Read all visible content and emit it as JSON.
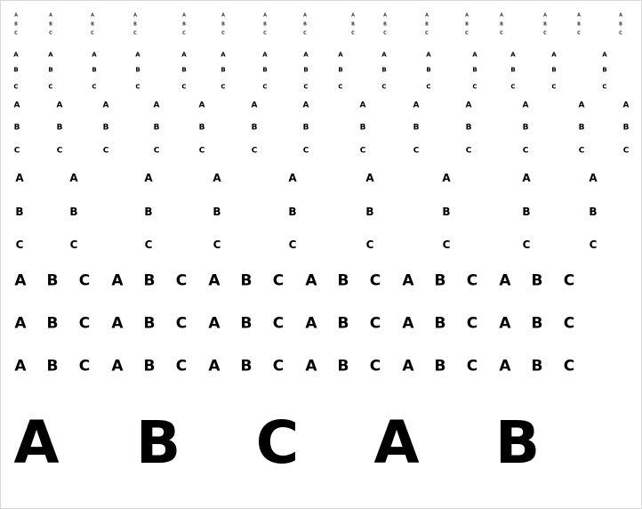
{
  "sections": [
    {
      "name": "tiny-grid",
      "rows": [
        [
          "A",
          "A",
          "A",
          "A",
          "A",
          "A",
          "A",
          "A",
          "A",
          "A",
          "A",
          "A",
          "A",
          "A",
          "A",
          "A"
        ],
        [
          "B",
          "B",
          "B",
          "B",
          "B",
          "B",
          "B",
          "B",
          "B",
          "B",
          "B",
          "B",
          "B",
          "B",
          "B",
          "B"
        ],
        [
          "C",
          "C",
          "C",
          "C",
          "C",
          "C",
          "C",
          "C",
          "C",
          "C",
          "C",
          "C",
          "C",
          "C",
          "C",
          "C"
        ]
      ]
    },
    {
      "name": "small-grid",
      "rows": [
        [
          "A",
          "A",
          "A",
          "A",
          "A",
          "A",
          "A",
          "A",
          "A",
          "A",
          "A",
          "A",
          "A",
          "A",
          "A"
        ],
        [
          "B",
          "B",
          "B",
          "B",
          "B",
          "B",
          "B",
          "B",
          "B",
          "B",
          "B",
          "B",
          "B",
          "B",
          "B"
        ],
        [
          "C",
          "C",
          "C",
          "C",
          "C",
          "C",
          "C",
          "C",
          "C",
          "C",
          "C",
          "C",
          "C",
          "C",
          "C"
        ]
      ]
    },
    {
      "name": "medium-grid",
      "rows": [
        [
          "A",
          "A",
          "A",
          "A",
          "A",
          "A",
          "A",
          "A",
          "A",
          "A",
          "A",
          "A",
          "A"
        ],
        [
          "B",
          "B",
          "B",
          "B",
          "B",
          "B",
          "B",
          "B",
          "B",
          "B",
          "B",
          "B",
          "B"
        ],
        [
          "C",
          "C",
          "C",
          "C",
          "C",
          "C",
          "C",
          "C",
          "C",
          "C",
          "C",
          "C",
          "C"
        ]
      ]
    },
    {
      "name": "large-grid",
      "rows": [
        [
          "A",
          "A",
          "A",
          "A",
          "A",
          "A",
          "A",
          "A",
          "A"
        ],
        [
          "B",
          "B",
          "B",
          "B",
          "B",
          "B",
          "B",
          "B",
          "B"
        ],
        [
          "C",
          "C",
          "C",
          "C",
          "C",
          "C",
          "C",
          "C",
          "C"
        ]
      ]
    },
    {
      "name": "sequence-rows",
      "rows": [
        [
          "A",
          "B",
          "C",
          "A",
          "B",
          "C",
          "A",
          "B",
          "C",
          "A",
          "B",
          "C",
          "A",
          "B",
          "C",
          "A",
          "B",
          "C"
        ],
        [
          "A",
          "B",
          "C",
          "A",
          "B",
          "C",
          "A",
          "B",
          "C",
          "A",
          "B",
          "C",
          "A",
          "B",
          "C",
          "A",
          "B",
          "C"
        ],
        [
          "A",
          "B",
          "C",
          "A",
          "B",
          "C",
          "A",
          "B",
          "C",
          "A",
          "B",
          "C",
          "A",
          "B",
          "C",
          "A",
          "B",
          "C"
        ]
      ]
    },
    {
      "name": "huge-row",
      "rows": [
        [
          "A",
          "B",
          "C",
          "A",
          "B"
        ]
      ]
    }
  ]
}
